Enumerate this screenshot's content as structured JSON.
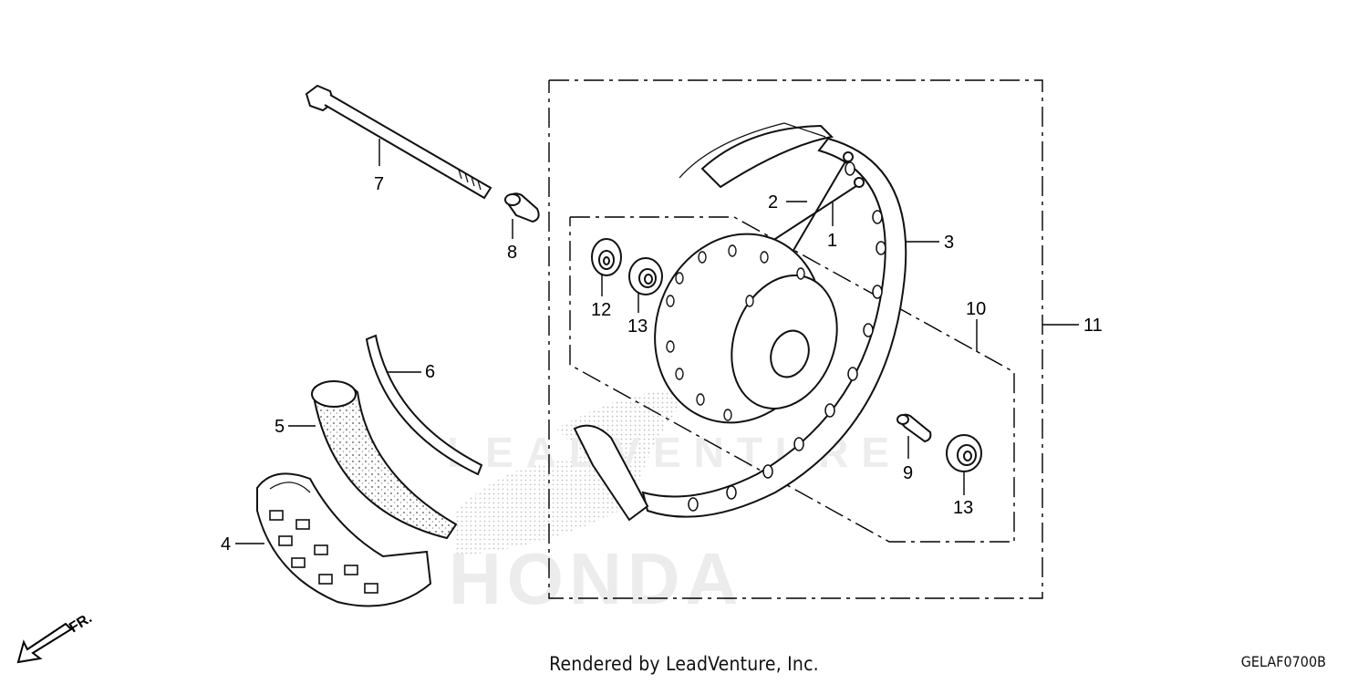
{
  "callouts": [
    {
      "id": "1",
      "text": "1"
    },
    {
      "id": "2",
      "text": "2"
    },
    {
      "id": "3",
      "text": "3"
    },
    {
      "id": "4",
      "text": "4"
    },
    {
      "id": "5",
      "text": "5"
    },
    {
      "id": "6",
      "text": "6"
    },
    {
      "id": "7",
      "text": "7"
    },
    {
      "id": "8",
      "text": "8"
    },
    {
      "id": "9",
      "text": "9"
    },
    {
      "id": "10",
      "text": "10"
    },
    {
      "id": "11",
      "text": "11"
    },
    {
      "id": "12",
      "text": "12"
    },
    {
      "id": "13a",
      "text": "13"
    },
    {
      "id": "13b",
      "text": "13"
    }
  ],
  "direction_label": "FR.",
  "footer": {
    "credit": "Rendered by LeadVenture, Inc.",
    "code": "GELAF0700B"
  },
  "watermark": {
    "text_upper": "LEADVENTURE",
    "text_brand": "HONDA"
  },
  "colors": {
    "line": "#000000",
    "stipple": "#9a9a9a",
    "watermark": "#e6e6e6"
  }
}
